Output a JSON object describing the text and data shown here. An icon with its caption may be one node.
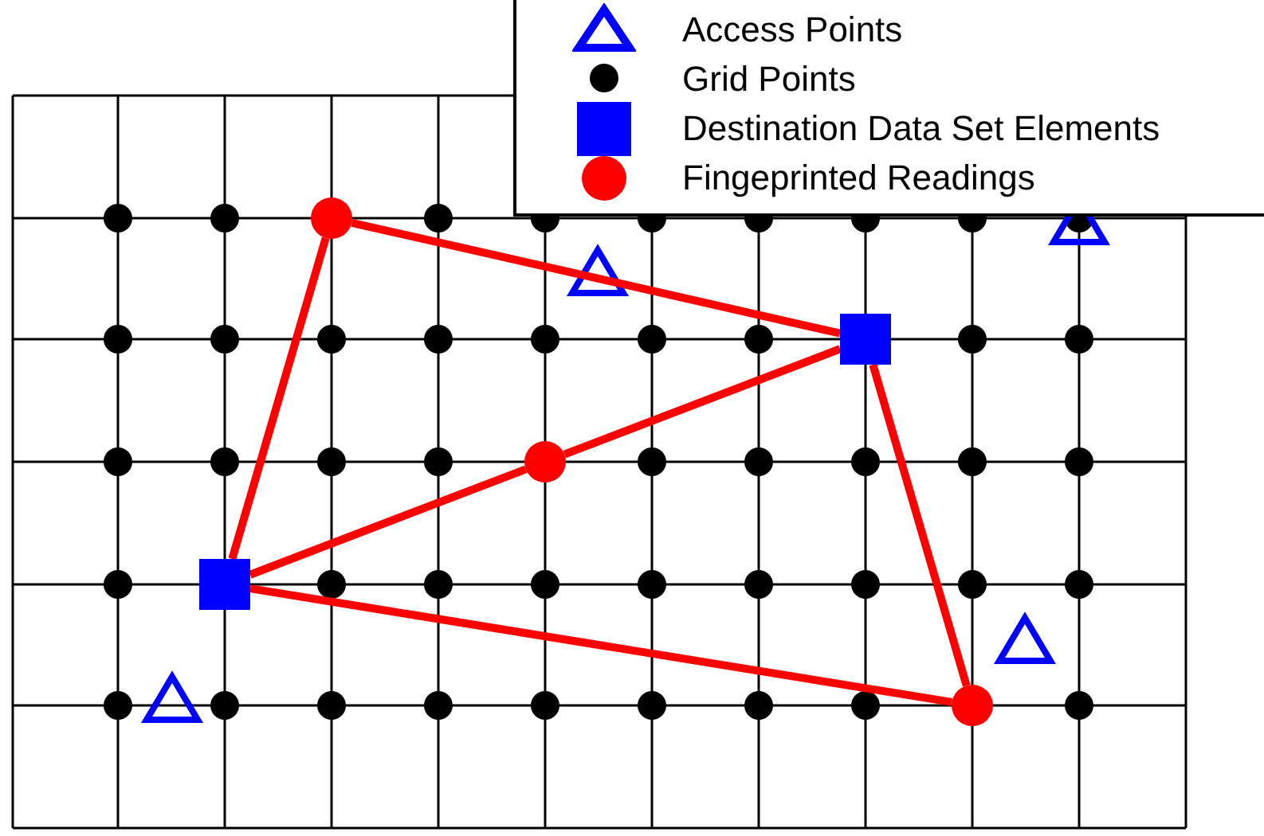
{
  "diagram": {
    "nodes": [
      {
        "text": [],
        "shape": "box"
      },
      {
        "text": [],
        "shape": "circle"
      },
      {
        "text": [],
        "shape": "circle"
      },
      {
        "text": [],
        "shape": "box"
      },
      {
        "text": [],
        "shape": "circle"
      }
    ],
    "edges": [
      {
        "from": 1,
        "to": 3,
        "arrow": "none"
      },
      {
        "from": 1,
        "to": 0,
        "arrow": "none"
      },
      {
        "from": 0,
        "to": 2,
        "arrow": "none"
      },
      {
        "from": 2,
        "to": 3,
        "arrow": "none"
      },
      {
        "from": 3,
        "to": 4,
        "arrow": "none"
      },
      {
        "from": 0,
        "to": 4,
        "arrow": "none"
      }
    ],
    "legend": [
      {
        "text": "Access Points"
      },
      {
        "text": "Grid Points"
      },
      {
        "text": "Destination Data Set Elements"
      },
      {
        "text": "Fingeprinted Readings"
      }
    ]
  }
}
